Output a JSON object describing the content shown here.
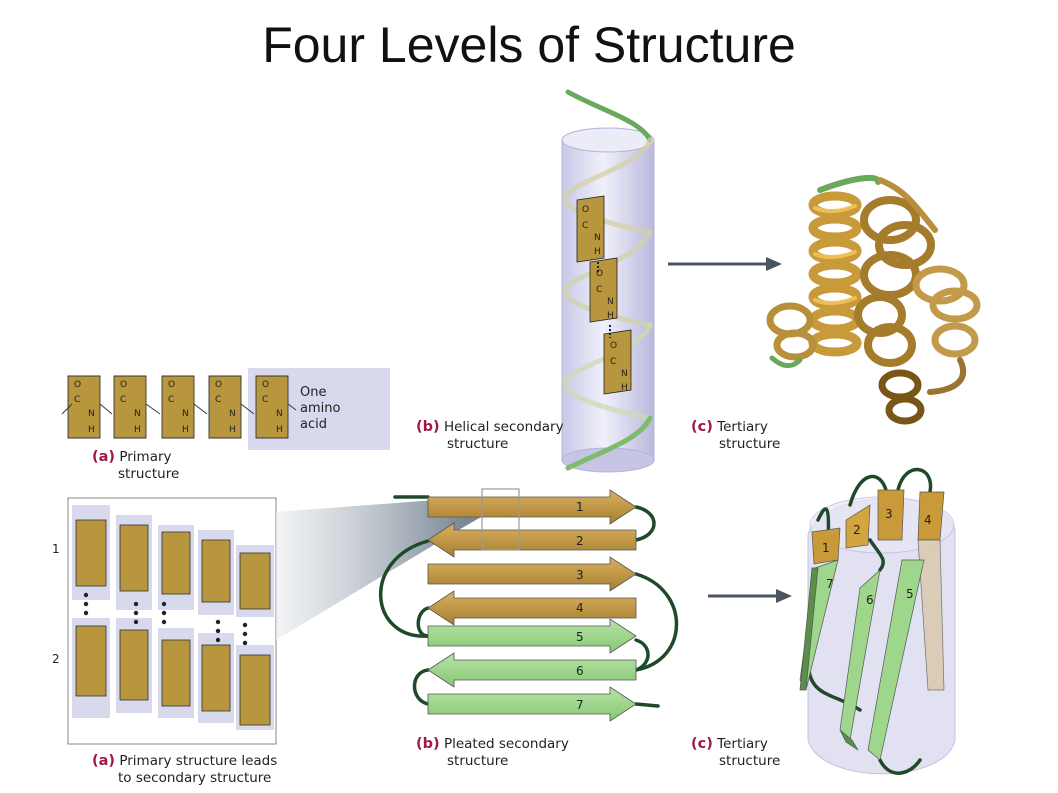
{
  "title": "Four Levels of Structure",
  "captions": {
    "a_top": {
      "tag": "(a)",
      "line1": "Primary",
      "line2": "structure"
    },
    "b_top": {
      "tag": "(b)",
      "line1": "Helical secondary",
      "line2": "structure"
    },
    "c_top": {
      "tag": "(c)",
      "line1": "Tertiary",
      "line2": "structure"
    },
    "a_bottom": {
      "tag": "(a)",
      "line1": "Primary structure leads",
      "line2": "to secondary structure"
    },
    "b_bottom": {
      "tag": "(b)",
      "line1": "Pleated secondary",
      "line2": "structure"
    },
    "c_bottom": {
      "tag": "(c)",
      "line1": "Tertiary",
      "line2": "structure"
    }
  },
  "amino_acid_label": {
    "line1": "One",
    "line2": "amino",
    "line3": "acid"
  },
  "atoms": {
    "O": "O",
    "C": "C",
    "N": "N",
    "H": "H"
  },
  "chain_labels": [
    "1",
    "2"
  ],
  "strands": [
    "1",
    "2",
    "3",
    "4",
    "5",
    "6",
    "7"
  ],
  "barrel_strands": [
    "1",
    "2",
    "3",
    "4",
    "5",
    "6",
    "7"
  ],
  "colors": {
    "gold": "#b5903e",
    "green": "#9ed68c",
    "dark_green": "#1f4a2a",
    "lavender": "#d9d9ee",
    "accent": "#a0184a",
    "arrow": "#4a5561"
  }
}
